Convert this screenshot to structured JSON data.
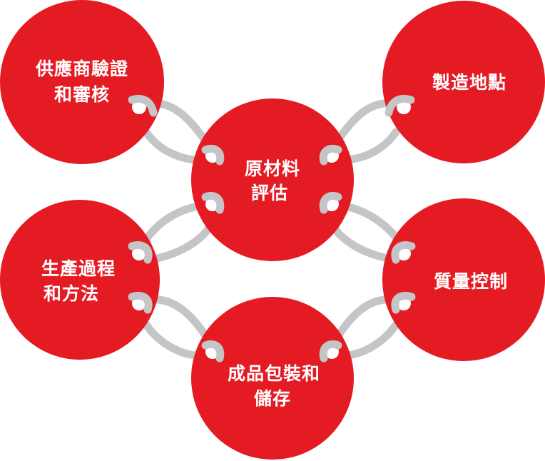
{
  "diagram": {
    "nodes": {
      "supplier": {
        "line1": "供應商驗證",
        "line2": "和審核"
      },
      "location": {
        "line1": "製造地點"
      },
      "material": {
        "line1": "原材料",
        "line2": "評估"
      },
      "process": {
        "line1": "生產過程",
        "line2": "和方法"
      },
      "quality": {
        "line1": "質量控制"
      },
      "packaging": {
        "line1": "成品包裝和",
        "line2": "儲存"
      }
    },
    "colors": {
      "node": "#e51b24",
      "link": "#c4c5c7",
      "text": "#ffffff"
    }
  }
}
